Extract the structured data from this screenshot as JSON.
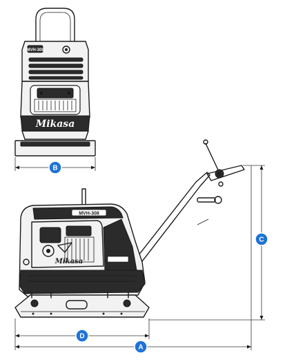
{
  "colors": {
    "badge": "#1e73d6",
    "ink": "#1a1a1a",
    "background": "#ffffff"
  },
  "dimension_labels": {
    "a": "A",
    "b": "B",
    "c": "C",
    "d": "D"
  },
  "machine": {
    "brand_logo_front": "Mikasa",
    "brand_logo_side": "Mikasa",
    "model_plate": "MVH-308"
  }
}
